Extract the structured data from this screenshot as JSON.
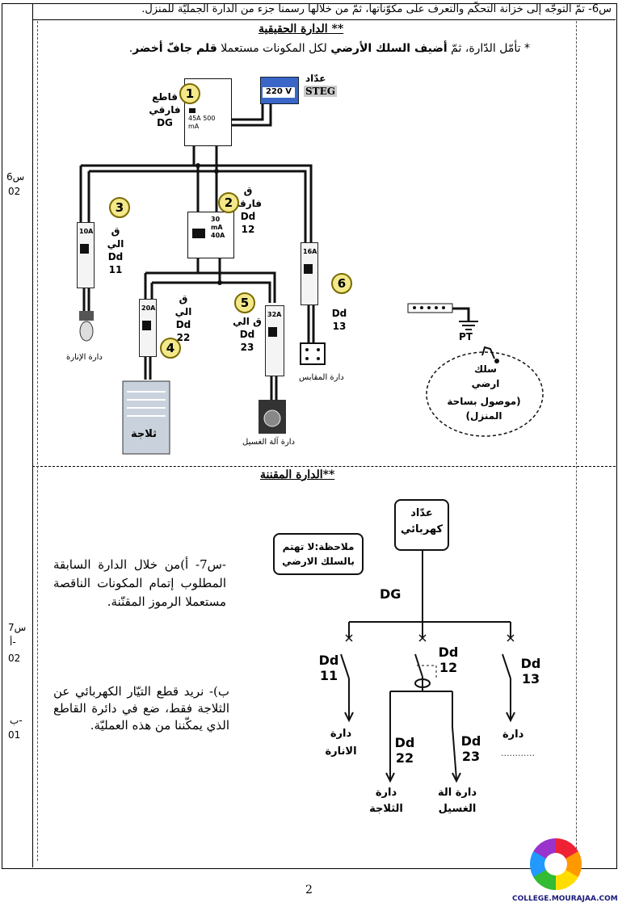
{
  "header": {
    "question": "س6- تمّ التوجّه إلى خزانة التحكّم والتعرف على مكوّناتها، ثمّ من خلالها رسمنا جزء من الدارة الجمليّة للمنزل."
  },
  "margin": {
    "q6": "س6",
    "q6_points": "02",
    "q7": "س7",
    "q7_a": "أ-",
    "q7_a_points": "02",
    "q7_b": "ب-",
    "q7_b_points": "01"
  },
  "real_circuit": {
    "title": "** الدارة الحقيقية",
    "instruction_prefix": "* تأمّل الدّارة، ثمّ ",
    "instruction_bold1": "أضيف السلك الأرضي",
    "instruction_mid": " لكل المكونات مستعملا ",
    "instruction_bold2": "قلم جافّ أخضر",
    "instruction_end": ".",
    "meter_label": "عدّاد",
    "meter_brand": "STEG",
    "meter_voltage": "220 V",
    "dg_label": "قاطع فارقي DG",
    "dg_rating": "45A 500 mA",
    "diff_label": "ق فارقي Dd 12",
    "diff_rating": "30 mA 40A",
    "b11_label": "ق الي Dd 11",
    "b11_rating": "10A",
    "b22_label": "ق الي Dd 22",
    "b22_rating": "20A",
    "b23_label": "ق الي Dd 23",
    "b23_rating": "32A",
    "b13_label": "Dd 13",
    "b13_rating": "16A",
    "nums": [
      "1",
      "2",
      "3",
      "4",
      "5",
      "6"
    ],
    "lighting": "دارة الإنارة",
    "outlets": "دارة المقابس",
    "fridge": "ثلاجة",
    "washer": "دارة آلة الغسيل",
    "pt": "PT",
    "earth_wire": "سلك ارضي",
    "earth_note": "(موصول بساحة المنزل)"
  },
  "symbolic_circuit": {
    "title": "**الدارة المقننة",
    "meter_box": "عدّاد كهربائي",
    "note": "ملاحظة:لا تهتم بالسلك الارضي",
    "dg": "DG",
    "dd11": "Dd 11",
    "dd12": "Dd 12",
    "dd13": "Dd 13",
    "dd22": "Dd 22",
    "dd23": "Dd 23",
    "lighting": "دارة الانارة",
    "circuit13": "دارة",
    "dots": "............",
    "fridge": "دارة الثلاجة",
    "washer": "دارة الة الغسيل"
  },
  "q7": {
    "a_text": "-س7- أ)من خلال الدارة السابقة المطلوب إتمام المكونات الناقصة مستعملا الرموز المقنّنة.",
    "b_text": "ب)- نريد قطع التيّار الكهربائي عن الثلاجة فقط، ضع في دائرة القاطع الذي يمكّننا من هذه العمليّة."
  },
  "footer": {
    "page_number": "2",
    "site": "COLLEGE.MOURAJAA.COM"
  }
}
